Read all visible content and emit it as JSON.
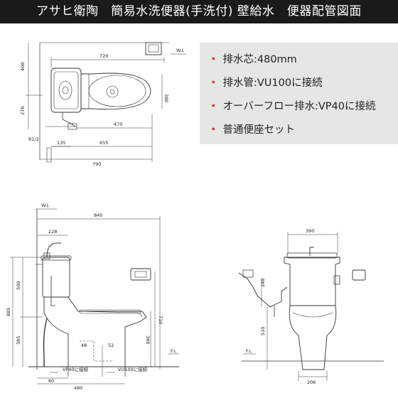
{
  "title": "アサヒ衛陶　簡易水洗便器(手洗付) 壁給水　便器配管図面",
  "specs": [
    "排水芯:480mm",
    "排水管:VU100に接続",
    "オーバーフロー排水:VP40に接続",
    "普通便座セット"
  ],
  "colors": {
    "title_bg": "#1a1a1a",
    "spec_bg": "#e6e6e6",
    "bullet": "#d0312d",
    "line": "#333333"
  },
  "plan_view": {
    "dims": {
      "d720": "720",
      "d400": "400",
      "d270": "270",
      "d380": "380",
      "d470": "470",
      "d135": "135",
      "d655": "655",
      "d790": "790"
    },
    "labels": {
      "wl": "W.L",
      "r12": "R1/2"
    }
  },
  "side_view": {
    "dims": {
      "d840": "840",
      "d228": "228",
      "d885": "885",
      "d500": "500",
      "d385": "385",
      "d710": "710",
      "d360": "360",
      "d48": "48",
      "d52": "52",
      "d60": "60",
      "d480": "480"
    },
    "labels": {
      "wl": "W.L",
      "fl": "F.L",
      "vp40": "VP40に接続",
      "vu100": "VU100に接続"
    }
  },
  "front_view": {
    "dims": {
      "d390": "390",
      "d240": "240",
      "d510": "510",
      "d206": "206"
    },
    "labels": {
      "fl": "F.L"
    }
  }
}
